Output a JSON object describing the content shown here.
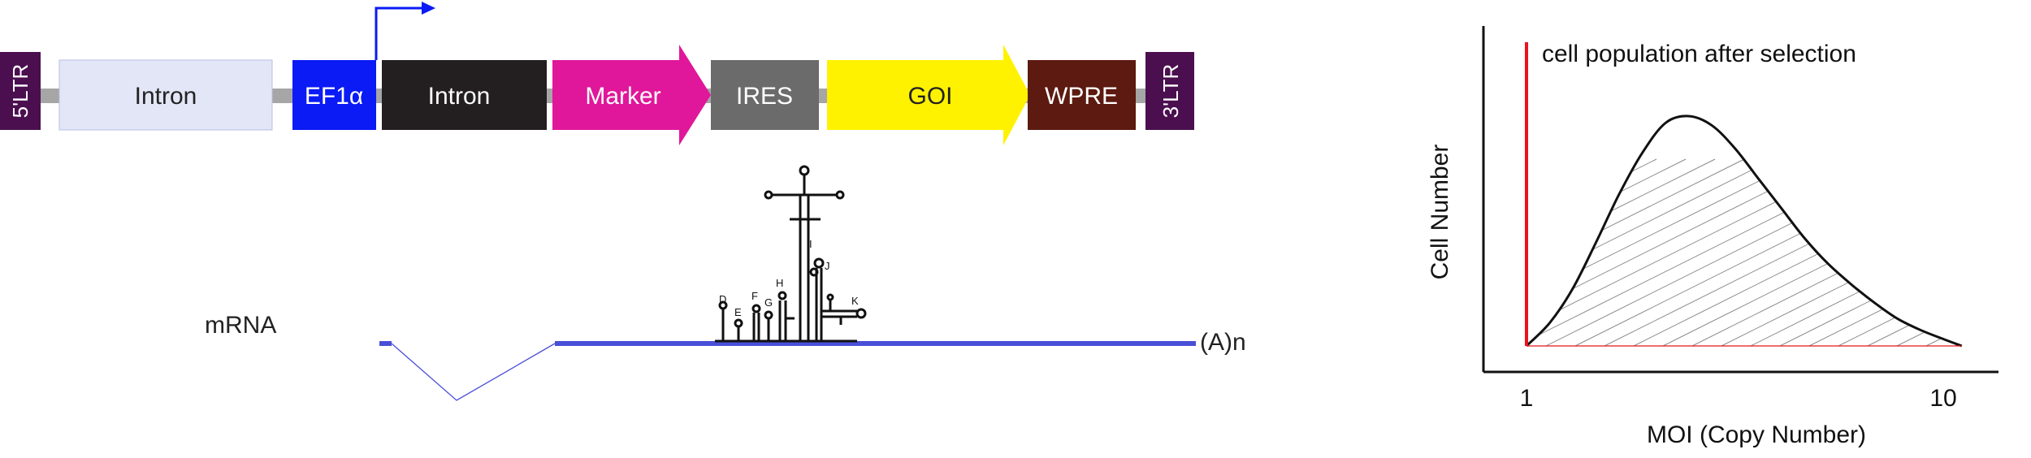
{
  "construct": {
    "ltr5": "5'LTR",
    "intron1": "Intron",
    "ef1a": "EF1α",
    "intron2": "Intron",
    "marker": "Marker",
    "ires": "IRES",
    "goi": "GOI",
    "wpre": "WPRE",
    "ltr3": "3'LTR"
  },
  "mrna": {
    "label": "mRNA",
    "polyA": "(A)n",
    "loops": [
      "D",
      "E",
      "F",
      "G",
      "H",
      "I",
      "J",
      "K"
    ]
  },
  "colors": {
    "backbone": "#a6a6a6",
    "ltr": "#4b0f4f",
    "intron1": "#e3e6f6",
    "ef1a": "#0a1bf5",
    "intron2": "#231f20",
    "marker": "#e0179a",
    "ires": "#6b6b6b",
    "goi": "#fff200",
    "wpre": "#5c1a10",
    "mrna_line": "#4a4fd8",
    "population_line": "#e8141c"
  },
  "chart_data": {
    "type": "area",
    "title": "cell population after selection",
    "xlabel": "MOI (Copy Number)",
    "ylabel": "Cell Number",
    "x_ticks": [
      "1",
      "10"
    ],
    "grid": false,
    "series": [
      {
        "x": [
          1.0,
          1.5,
          2.0,
          2.5,
          3.0,
          3.5,
          4.0,
          4.5,
          5.0,
          5.5,
          6.0,
          6.5,
          7.0,
          7.5,
          8.0,
          8.5,
          9.0,
          9.5,
          10.0,
          10.4
        ],
        "y": [
          0.0,
          0.1,
          0.25,
          0.45,
          0.66,
          0.84,
          0.97,
          1.0,
          0.96,
          0.86,
          0.73,
          0.6,
          0.47,
          0.36,
          0.27,
          0.19,
          0.12,
          0.07,
          0.03,
          0.0
        ]
      }
    ]
  }
}
